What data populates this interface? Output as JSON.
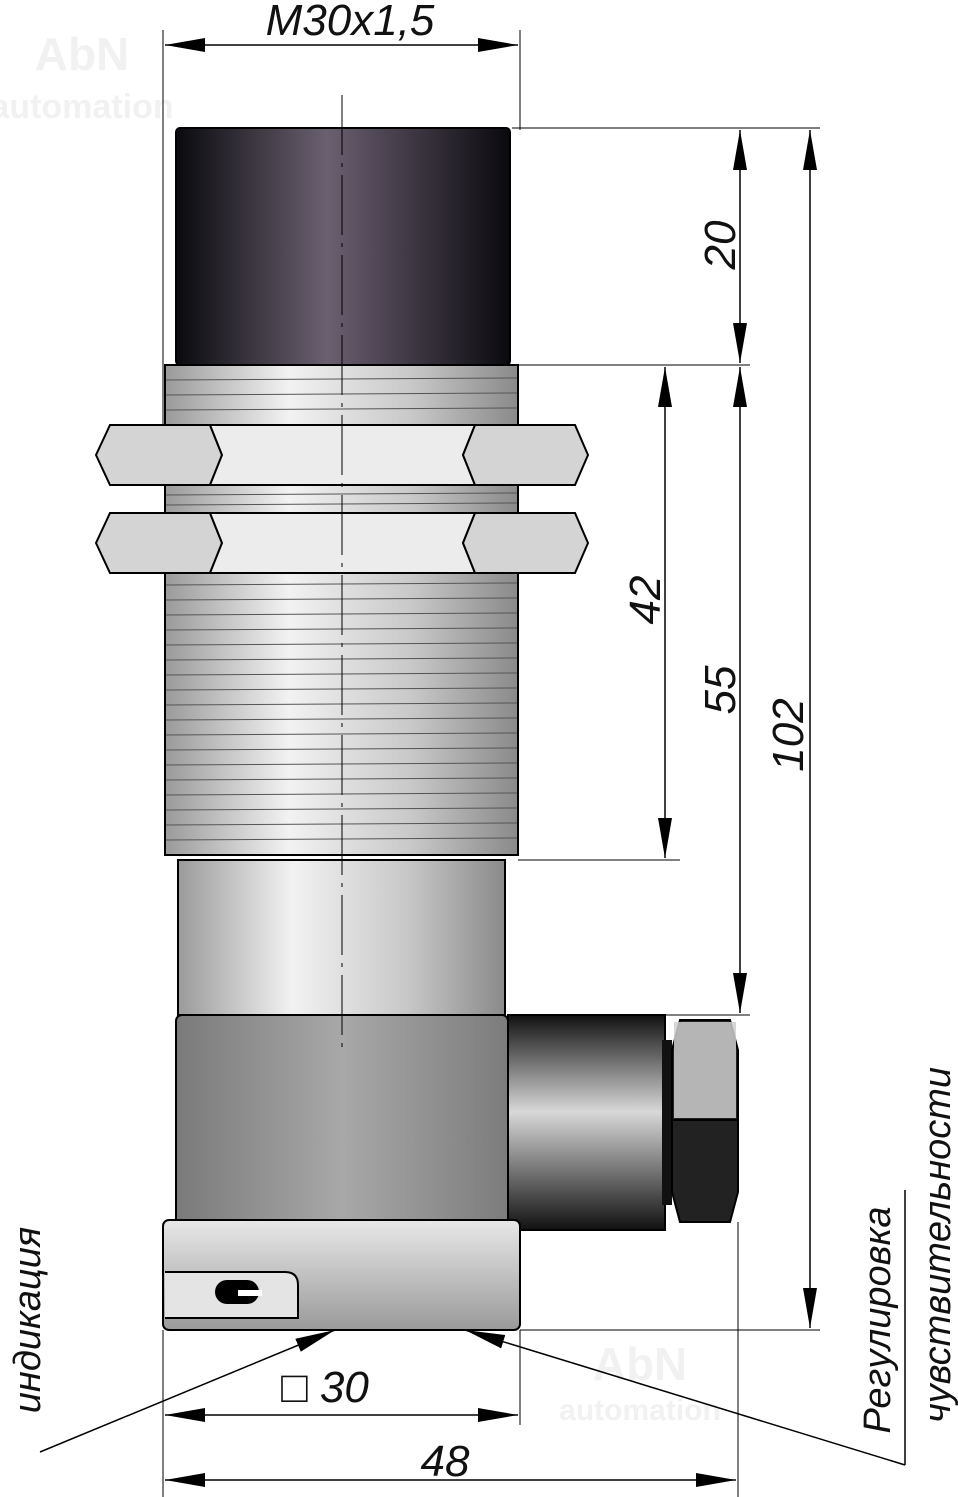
{
  "watermark": {
    "line1": "AbN",
    "line2": "automation"
  },
  "dimensions": {
    "thread": "M30x1,5",
    "sensing_face_length": "20",
    "thread_length": "42",
    "body_length": "55",
    "total_length": "102",
    "square_size": "□ 30",
    "total_width": "48"
  },
  "labels": {
    "indication": "индикация",
    "sensitivity_line1": "Регулировка",
    "sensitivity_line2": "чувствительности"
  }
}
